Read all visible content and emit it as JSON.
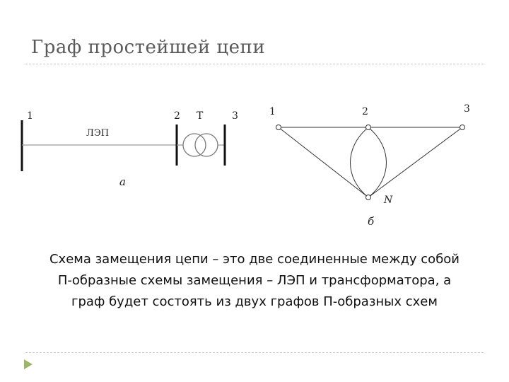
{
  "slide": {
    "title": "Граф простейшей цепи",
    "caption_lines": [
      "Схема замещения цепи – это две соединенные между собой",
      "П-образные схемы замещения – ЛЭП и трансформатора, а",
      "граф будет состоять из двух графов П-образных схем"
    ]
  },
  "circuit": {
    "node_labels": [
      "1",
      "2",
      "3"
    ],
    "line_label": "ЛЭП",
    "transformer_label": "Т",
    "sublabel": "а"
  },
  "graph": {
    "node_labels": [
      "1",
      "2",
      "3"
    ],
    "ground_node_label": "N",
    "sublabel": "б"
  },
  "colors": {
    "title": "#5a5a5a",
    "rule": "#c9c9c9",
    "nav_arrow": "#9bb56a"
  }
}
